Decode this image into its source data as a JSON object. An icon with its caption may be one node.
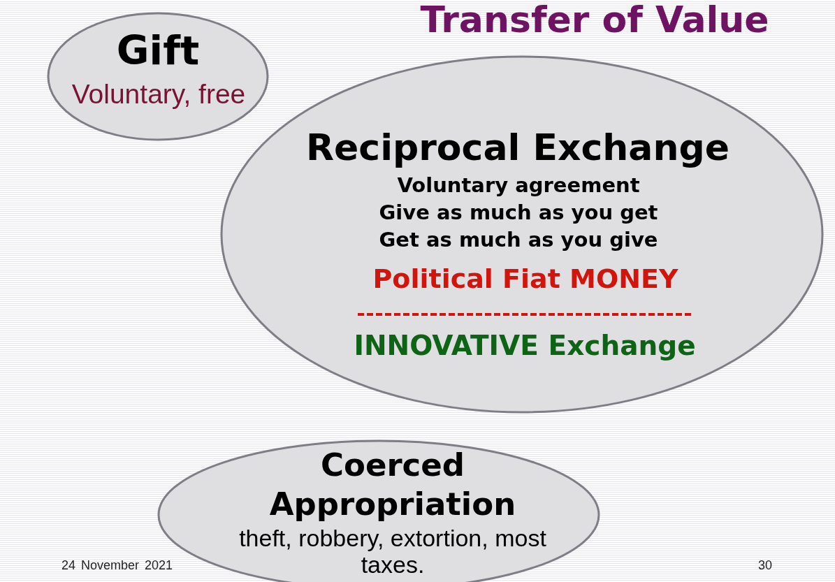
{
  "diagram": {
    "title": "Transfer of Value",
    "nodes": [
      {
        "text": [
          "Gift",
          "Voluntary, free"
        ]
      },
      {
        "text": [
          "Reciprocal Exchange",
          "Voluntary agreement",
          "Give as much as you get",
          "Get as much as you give",
          "Political Fiat MONEY",
          "INNOVATIVE Exchange"
        ]
      },
      {
        "text": [
          "Coerced Appropriation",
          "theft, robbery, extortion, most taxes."
        ]
      }
    ],
    "labels": [
      "24 November 2021",
      "30"
    ]
  }
}
